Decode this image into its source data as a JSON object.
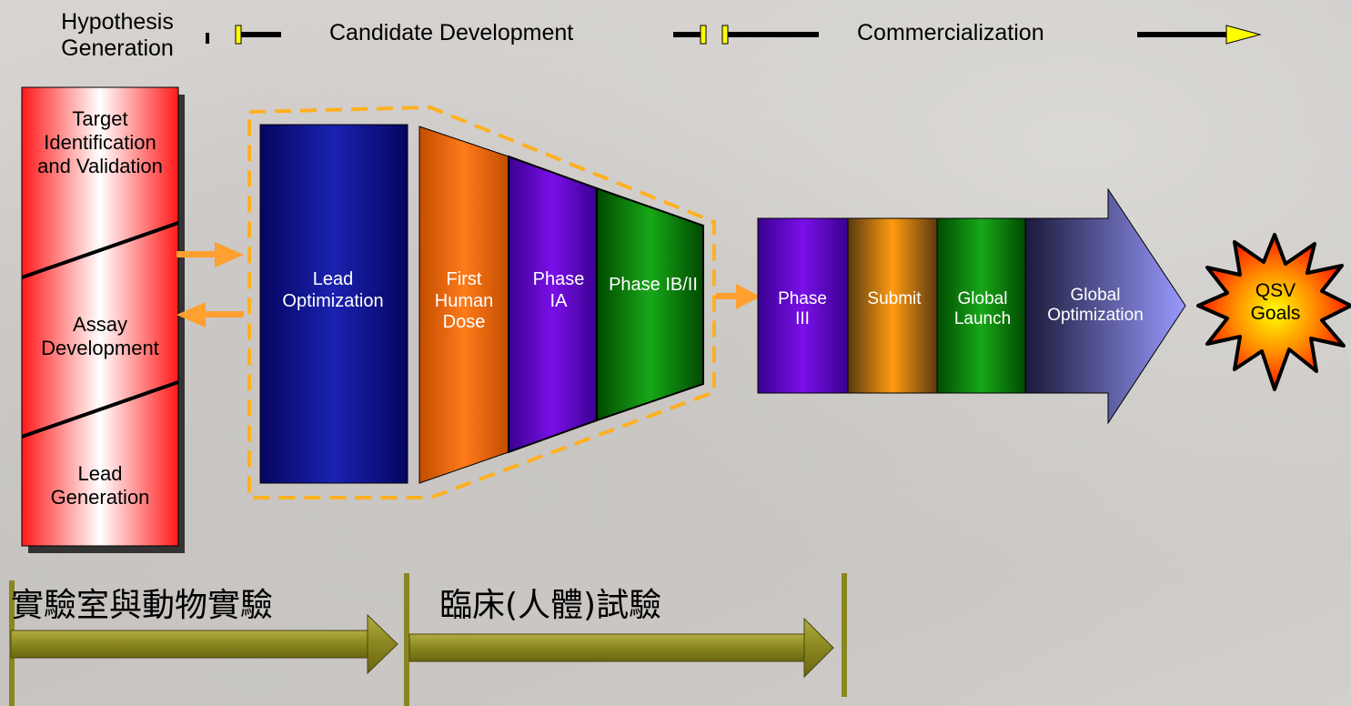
{
  "stages": {
    "hypothesis": "Hypothesis Generation",
    "candidate": "Candidate Development",
    "commercialization": "Commercialization"
  },
  "discovery": {
    "target": "Target Identification and Validation",
    "assay": "Assay Development",
    "lead_gen": "Lead Generation"
  },
  "funnel": {
    "lead_opt": "Lead Optimization",
    "first_dose": "First Human Dose",
    "phase_ia": "Phase IA",
    "phase_ib": "Phase IB/II"
  },
  "arrow": {
    "phase3": "Phase III",
    "submit": "Submit",
    "launch": "Global Launch",
    "optimization": "Global Optimization"
  },
  "goal": "QSV Goals",
  "bottom": {
    "lab": "實驗室與動物實驗",
    "clinical": "臨床(人體)試驗"
  },
  "colors": {
    "red": "#ff2a2a",
    "navy": "#0b0f8a",
    "orange": "#ff8a1a",
    "purple": "#6a00d0",
    "green": "#0d8f0d",
    "yellow": "#ffff00",
    "olive": "#8a8620"
  }
}
